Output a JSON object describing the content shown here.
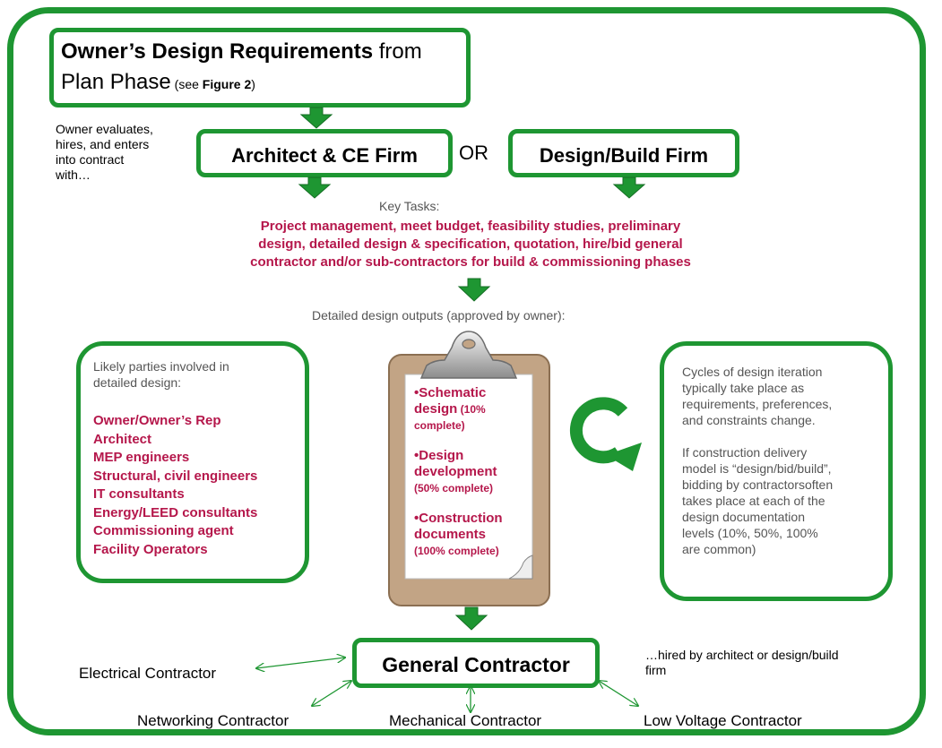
{
  "owner_box": {
    "title_bold": "Owner’s Design Requirements",
    "title_rest": " from",
    "line2": "Plan Phase",
    "see_open": " (see ",
    "see_figure": "Figure 2",
    "see_close": ")"
  },
  "owner_note": [
    "Owner evaluates,",
    "hires, and enters",
    "into contract",
    "with…"
  ],
  "architect_box": "Architect & CE Firm",
  "or_label": "OR",
  "design_build_box": "Design/Build Firm",
  "key_tasks": {
    "heading": "Key Tasks:",
    "lines": [
      "Project management, meet budget, feasibility studies, preliminary",
      "design, detailed design & specification, quotation, hire/bid general",
      "contractor and/or sub-contractors for build & commissioning phases"
    ]
  },
  "outputs_caption": "Detailed design outputs (approved by owner):",
  "parties": {
    "intro": [
      "Likely parties involved in",
      "detailed design:"
    ],
    "items": [
      "Owner/Owner’s Rep",
      "Architect",
      "MEP engineers",
      "Structural, civil engineers",
      "IT consultants",
      "Energy/LEED consultants",
      "Commissioning agent",
      "Facility Operators"
    ]
  },
  "clipboard": {
    "items": [
      {
        "title": [
          "•Schematic",
          "design"
        ],
        "pct_inline": " (10%",
        "pct_line": "complete)"
      },
      {
        "title": [
          "•Design",
          "development"
        ],
        "pct_line": "(50% complete)"
      },
      {
        "title": [
          "•Construction",
          "documents"
        ],
        "pct_line": "(100% complete)"
      }
    ]
  },
  "cycles": {
    "p1": [
      "Cycles of  design iteration",
      "typically take place as",
      "requirements, preferences,",
      "and constraints change."
    ],
    "p2": [
      "If construction delivery",
      "model is “design/bid/build”,",
      "bidding  by contractorsoften",
      "takes place at each of the",
      "design documentation",
      "levels (10%, 50%, 100%",
      "are common)"
    ]
  },
  "general_contractor": "General Contractor",
  "hired_note": [
    "…hired by architect or design/build",
    "firm"
  ],
  "contractors": {
    "electrical": "Electrical Contractor",
    "networking": "Networking Contractor",
    "mechanical": "Mechanical Contractor",
    "low_voltage": "Low Voltage Contractor"
  },
  "colors": {
    "green": "#1e9632",
    "accent_red": "#b5174b",
    "clipboard": "#c2a485"
  }
}
